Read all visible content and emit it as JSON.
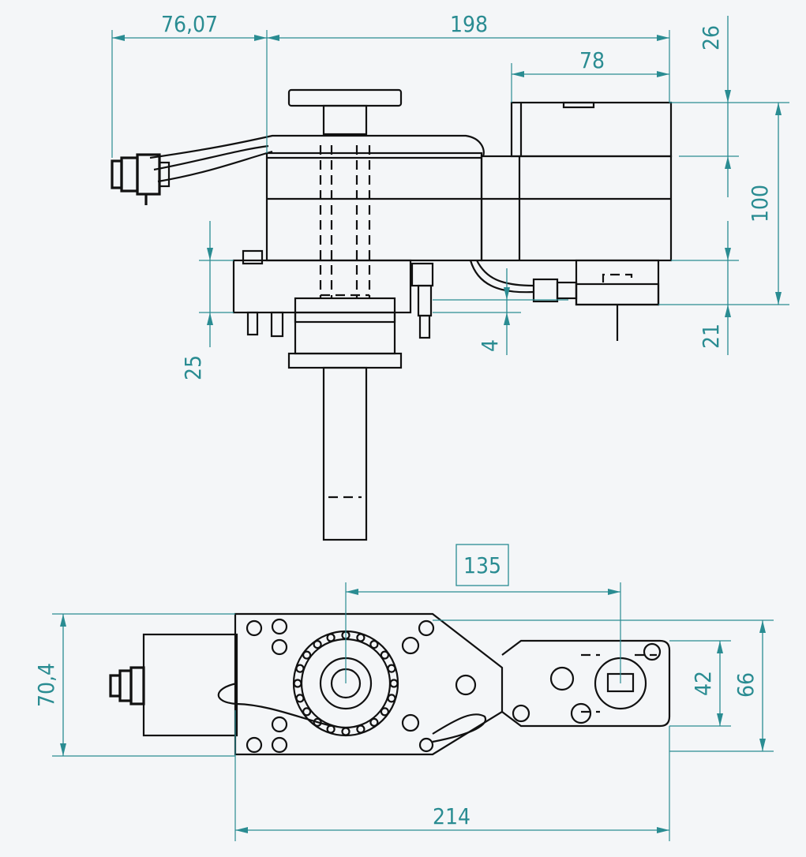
{
  "drawing": {
    "colors": {
      "dimension": "#2a8c92",
      "outline": "#111111",
      "background": "#f4f6f8"
    },
    "dimensions": {
      "top_left_width": "76,07",
      "top_overall_width": "198",
      "motor_width": "78",
      "right_top_offset": "26",
      "motor_height": "100",
      "right_bottom_offset": "21",
      "flange_height": "25",
      "small_offset": "4",
      "shaft_spacing": "135",
      "bottom_overall_width": "214",
      "bottom_left_height": "70,4",
      "bottom_right_inner": "42",
      "bottom_right_outer": "66"
    }
  }
}
